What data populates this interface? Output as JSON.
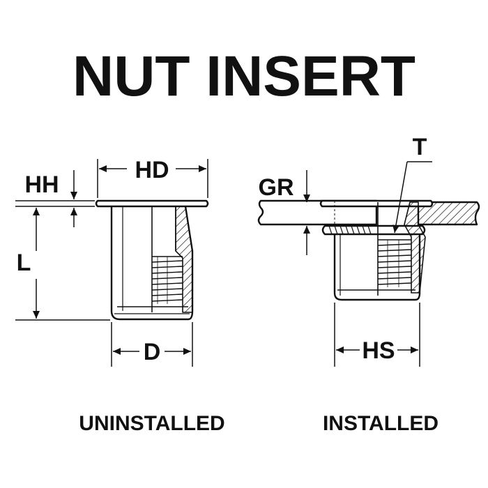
{
  "title": "NUT INSERT",
  "colors": {
    "ink": "#111111",
    "background": "#ffffff"
  },
  "uninstalled": {
    "caption": "UNINSTALLED",
    "labels": {
      "hh": "HH",
      "hd": "HD",
      "l": "L",
      "d": "D"
    }
  },
  "installed": {
    "caption": "INSTALLED",
    "labels": {
      "gr": "GR",
      "t": "T",
      "hs": "HS"
    }
  }
}
